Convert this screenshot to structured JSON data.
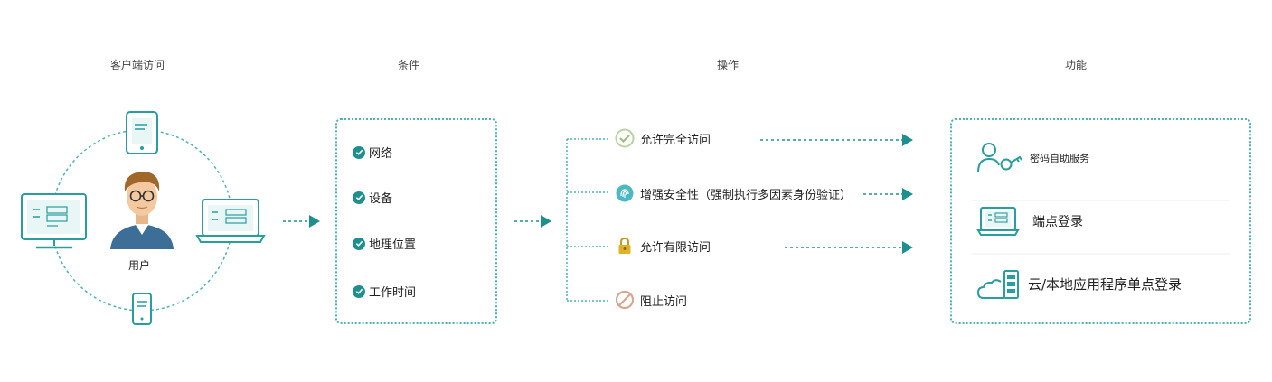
{
  "headers": {
    "client": "客户端访问",
    "conditions": "条件",
    "actions": "操作",
    "functions": "功能"
  },
  "client": {
    "user_label": "用户"
  },
  "conditions": [
    "网络",
    "设备",
    "地理位置",
    "工作时间"
  ],
  "actions": [
    {
      "label": "允许完全访问",
      "icon": "check-circle-icon"
    },
    {
      "label": "增强安全性（强制执行多因素身份验证）",
      "icon": "fingerprint-icon"
    },
    {
      "label": "允许有限访问",
      "icon": "lock-icon"
    },
    {
      "label": "阻止访问",
      "icon": "block-icon"
    }
  ],
  "functions": [
    {
      "label": "密码自助服务",
      "icon": "user-key-icon"
    },
    {
      "label": "端点登录",
      "icon": "laptop-icon"
    },
    {
      "label": "云/本地应用程序单点登录",
      "icon": "cloud-server-icon"
    }
  ],
  "colors": {
    "teal": "#1e8f8f",
    "teal_light": "#4fb3b3",
    "skin": "#f4c9a0",
    "shirt": "#3d6e97"
  }
}
